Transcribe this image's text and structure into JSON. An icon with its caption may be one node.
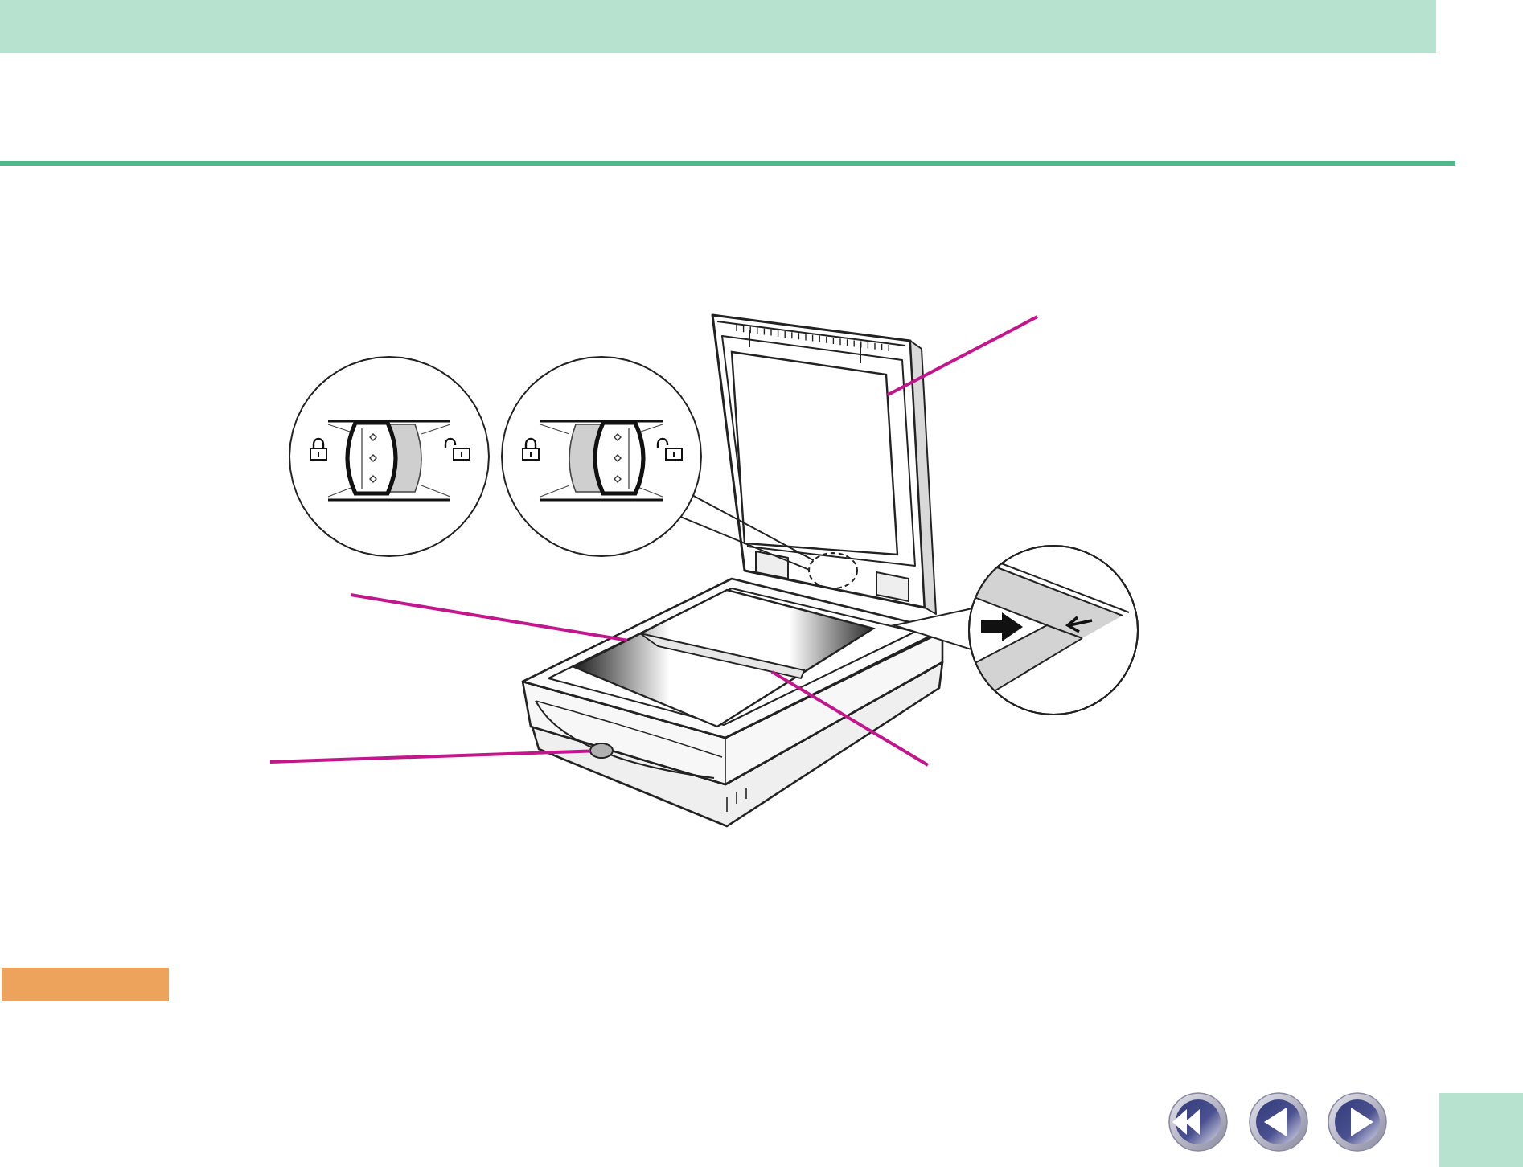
{
  "diagram": {
    "nodes": [
      {
        "text": [],
        "shape": "circle"
      },
      {
        "text": [],
        "shape": "circle"
      },
      {
        "text": [],
        "shape": "box"
      },
      {
        "text": [],
        "shape": "circle"
      },
      {
        "text": [],
        "shape": "box"
      },
      {
        "text": [],
        "shape": "bar",
        "in": 4
      },
      {
        "text": [],
        "shape": "circle"
      },
      {
        "text": [],
        "shape": "bar"
      }
    ],
    "edges": [
      {
        "from": null,
        "to": 2,
        "arrow": "none"
      },
      {
        "from": null,
        "to": 4,
        "arrow": "none"
      },
      {
        "from": null,
        "to": 5,
        "arrow": "none"
      },
      {
        "from": null,
        "to": 6,
        "arrow": "none"
      },
      {
        "from": 1,
        "to": 3,
        "arrow": "none",
        "color": "#222222"
      },
      {
        "from": 1,
        "to": 3,
        "arrow": "none",
        "color": "#222222"
      }
    ]
  }
}
